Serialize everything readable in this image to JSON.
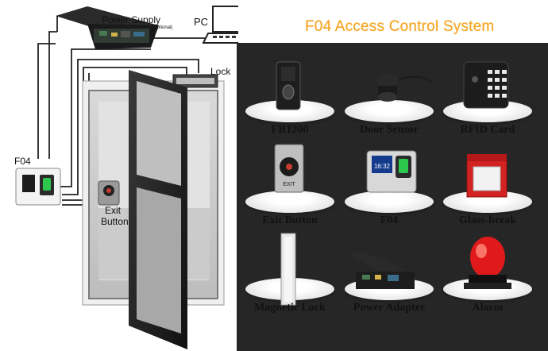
{
  "title": "F04 Access Control System",
  "diagram": {
    "power_supply": "Power Supply",
    "optional": "(Optional)",
    "pc": "PC",
    "lock": "Lock",
    "f04": "F04",
    "exit_button_line1": "Exit",
    "exit_button_line2": "Button"
  },
  "products": [
    {
      "label": "FR1200",
      "icon": "fingerprint-reader-icon"
    },
    {
      "label": "Door Sensor",
      "icon": "door-sensor-icon"
    },
    {
      "label": "RFID Card",
      "icon": "rfid-keypad-icon"
    },
    {
      "label": "Exit Button",
      "icon": "exit-button-icon"
    },
    {
      "label": "F04",
      "icon": "f04-terminal-icon"
    },
    {
      "label": "Glass-break",
      "icon": "glass-break-icon"
    },
    {
      "label": "Magnetic Lock",
      "icon": "magnetic-lock-icon"
    },
    {
      "label": "Power Adapter",
      "icon": "power-adapter-icon"
    },
    {
      "label": "Alarm",
      "icon": "alarm-icon"
    }
  ],
  "screens": {
    "f04_time": "16:32",
    "exit_text": "EXIT"
  }
}
